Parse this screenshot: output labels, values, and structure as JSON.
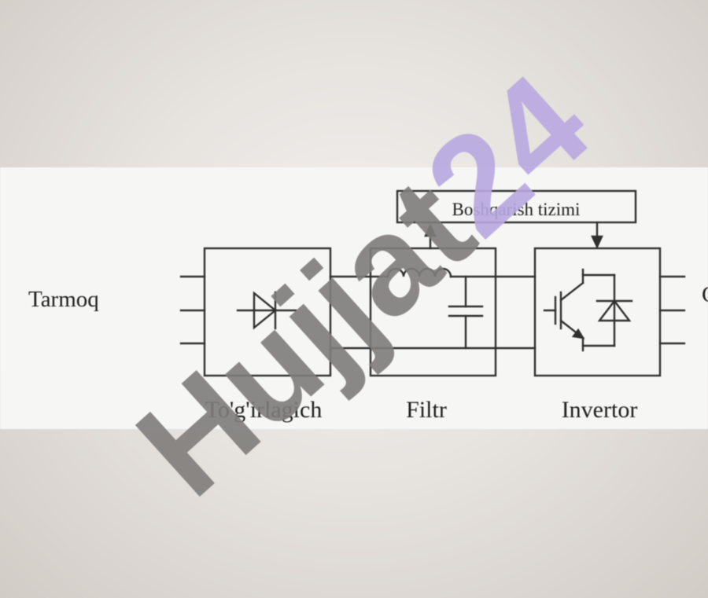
{
  "diagram": {
    "control_system_label": "Boshqarish tizimi",
    "input_label": "Tarmoq",
    "output_label_partial": "C",
    "blocks": {
      "rectifier": "To'g'irlagich",
      "filter": "Filtr",
      "inverter": "Invertor"
    }
  },
  "watermark": {
    "text_part1": "Hujjat",
    "text_part2": "24",
    "color_part1": "#7f7d7a",
    "color_part2": "#b9a8e0"
  },
  "colors": {
    "band_background": "#f6f6f5",
    "line": "#2f2f2f",
    "text": "#1e1e1e"
  }
}
